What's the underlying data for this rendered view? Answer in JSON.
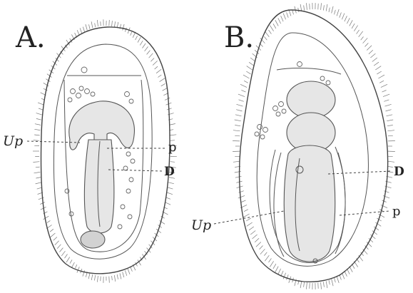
{
  "panels": [
    {
      "letter": "A.",
      "labels": {
        "left": "Up",
        "right_top": "p",
        "right_bottom": "D"
      }
    },
    {
      "letter": "B.",
      "labels": {
        "right_top": "D",
        "left": "Up",
        "right_bottom": "p"
      }
    }
  ]
}
